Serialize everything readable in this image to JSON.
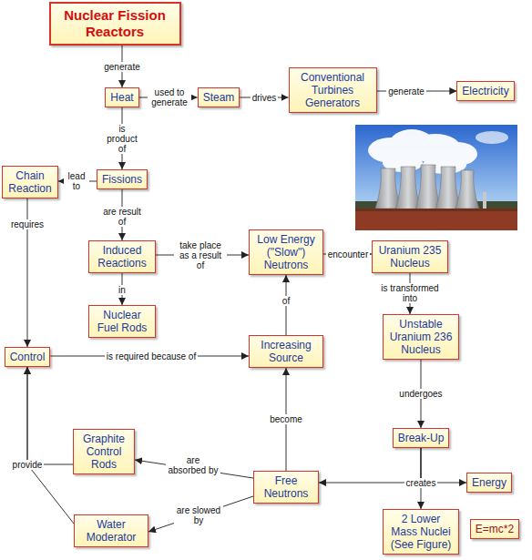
{
  "diagram": {
    "nodes": [
      {
        "text": [
          "Nuclear Fission Reactors"
        ]
      },
      {
        "text": [
          "Heat"
        ]
      },
      {
        "text": [
          "Steam"
        ]
      },
      {
        "text": [
          "Conventional Turbines Generators"
        ]
      },
      {
        "text": [
          "Electricity"
        ]
      },
      {
        "text": [
          "Chain Reaction"
        ]
      },
      {
        "text": [
          "Fissions"
        ]
      },
      {
        "text": [
          "Induced Reactions"
        ]
      },
      {
        "text": [
          "Low Energy (\"Slow\") Neutrons"
        ]
      },
      {
        "text": [
          "Uranium 235 Nucleus"
        ]
      },
      {
        "text": [
          "Nuclear Fuel Rods"
        ]
      },
      {
        "text": [
          "Unstable Uranium 236 Nucleus"
        ]
      },
      {
        "text": [
          "Control"
        ]
      },
      {
        "text": [
          "Increasing Source"
        ]
      },
      {
        "text": [
          "Break-Up"
        ]
      },
      {
        "text": [
          "Graphite Control Rods"
        ]
      },
      {
        "text": [
          "Free Neutrons"
        ]
      },
      {
        "text": [
          "Energy"
        ]
      },
      {
        "text": [
          "Water Moderator"
        ]
      },
      {
        "text": [
          "2 Lower Mass Nuclei (See Figure)"
        ]
      },
      {
        "text": [
          "E=mc*2"
        ]
      }
    ],
    "edges": [
      {
        "from": 0,
        "to": 1,
        "label": "generate",
        "arrow": "to"
      },
      {
        "from": 1,
        "to": 2,
        "label": "used to generate",
        "arrow": "to"
      },
      {
        "from": 2,
        "to": 3,
        "label": "drives",
        "arrow": "to"
      },
      {
        "from": 3,
        "to": 4,
        "label": "generate",
        "arrow": "to"
      },
      {
        "from": 1,
        "to": 6,
        "label": "is product of",
        "arrow": "to"
      },
      {
        "from": 6,
        "to": 5,
        "label": "lead to",
        "arrow": "to"
      },
      {
        "from": 5,
        "to": 12,
        "label": "requires",
        "arrow": "to"
      },
      {
        "from": 6,
        "to": 7,
        "label": "are result of",
        "arrow": "to"
      },
      {
        "from": 7,
        "to": 10,
        "label": "in",
        "arrow": "to"
      },
      {
        "from": 7,
        "to": 8,
        "label": "take place as a result of",
        "arrow": "to"
      },
      {
        "from": 8,
        "to": 9,
        "label": "encounter",
        "arrow": "to"
      },
      {
        "from": 9,
        "to": 11,
        "label": "is transformed into",
        "arrow": "to"
      },
      {
        "from": 11,
        "to": 14,
        "label": "undergoes",
        "arrow": "to"
      },
      {
        "from": 14,
        "to": 19,
        "label": "creates",
        "arrow": "to"
      },
      {
        "from": 14,
        "to": 16,
        "arrow": "to"
      },
      {
        "from": 14,
        "to": 17,
        "arrow": "to"
      },
      {
        "from": 16,
        "to": 15,
        "label": "are absorbed by",
        "arrow": "to"
      },
      {
        "from": 16,
        "to": 18,
        "label": "are slowed by",
        "arrow": "to"
      },
      {
        "from": 16,
        "to": 13,
        "label": "become",
        "arrow": "to"
      },
      {
        "from": 13,
        "to": 8,
        "label": "of",
        "arrow": "to"
      },
      {
        "from": 12,
        "to": 13,
        "label": "is required because of",
        "arrow": "to"
      },
      {
        "from": 15,
        "to": 12,
        "label": "provide",
        "arrow": "to"
      },
      {
        "from": 18,
        "to": 12,
        "arrow": "to"
      }
    ]
  }
}
